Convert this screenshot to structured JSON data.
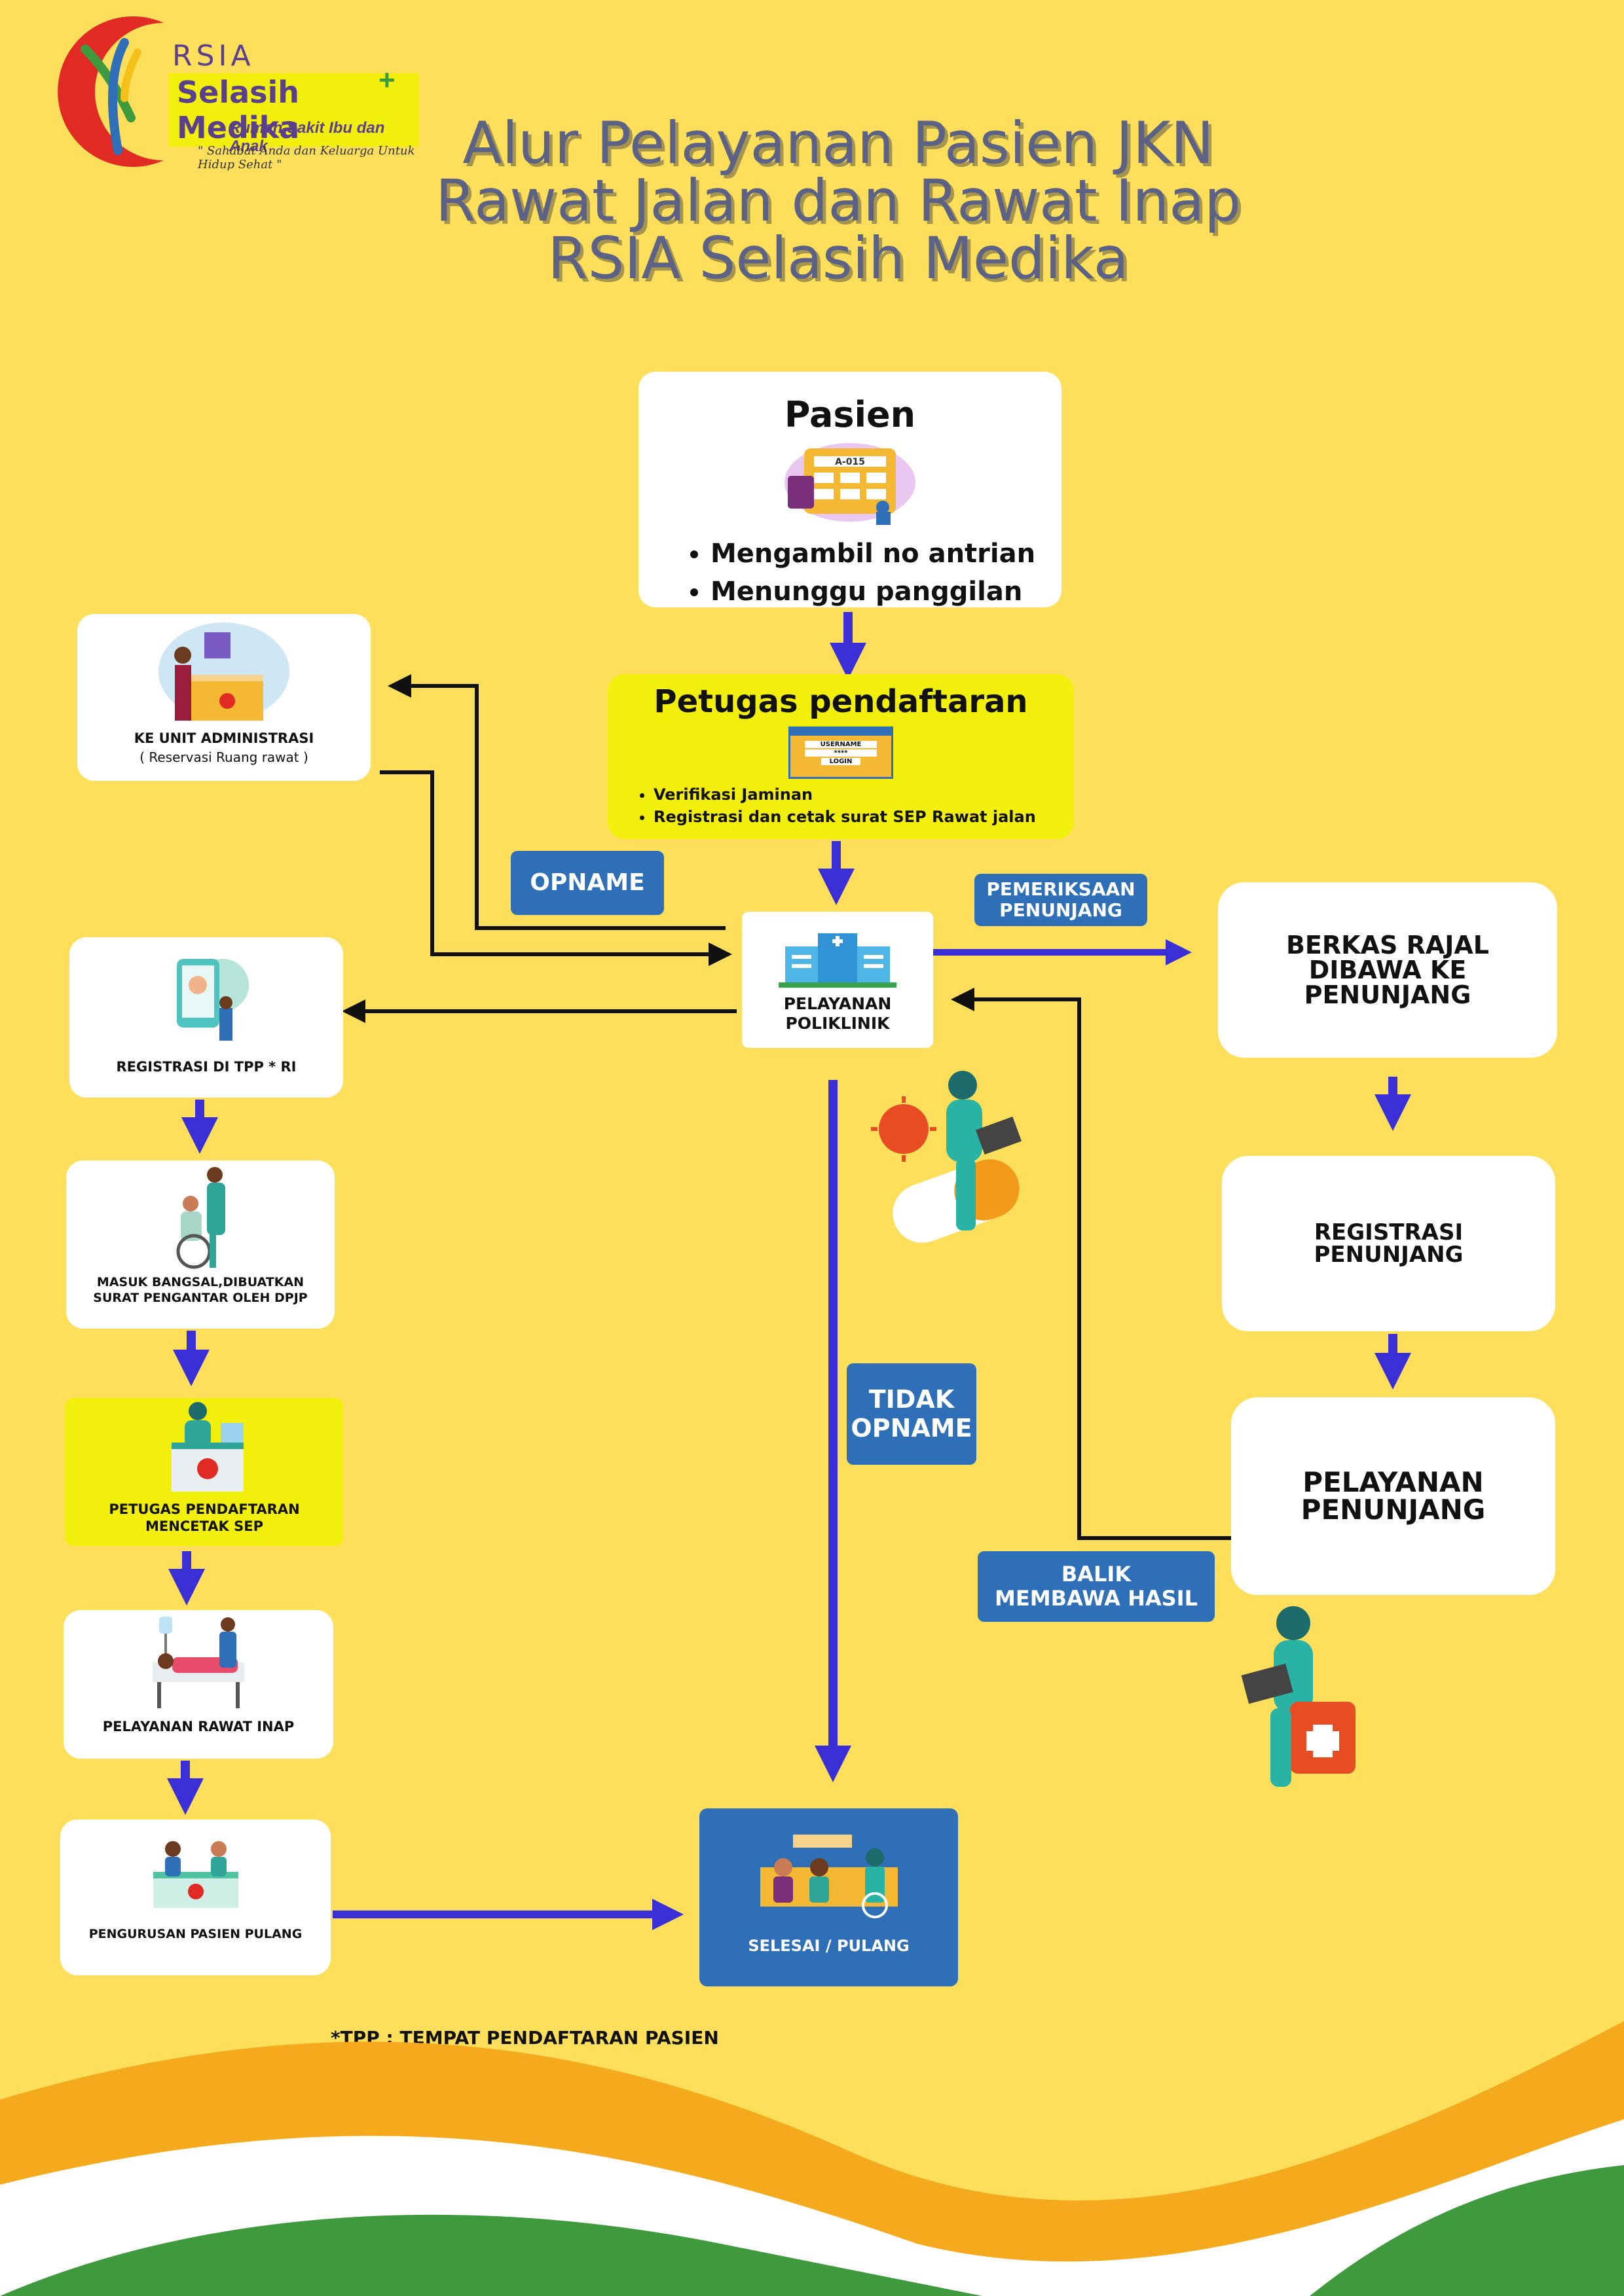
{
  "logo": {
    "short": "RSIA",
    "name": "Selasih Medika",
    "subtitle": "Rumah Sakit Ibu dan Anak",
    "motto": "\" Sahabat Anda dan Keluarga Untuk Hidup Sehat \""
  },
  "title": {
    "line1": "Alur Pelayanan Pasien JKN",
    "line2": "Rawat Jalan dan Rawat Inap",
    "line3": "RSIA Selasih Medika"
  },
  "pasien": {
    "title": "Pasien",
    "items": [
      "Mengambil no antrian",
      "Menunggu panggilan"
    ],
    "ticket": "A-015"
  },
  "pendaftaran": {
    "title": "Petugas pendaftaran",
    "items": [
      "Verifikasi Jaminan",
      "Registrasi dan cetak surat SEP Rawat jalan"
    ],
    "form_user": "USERNAME",
    "form_pass": "****",
    "form_btn": "LOGIN"
  },
  "admin": {
    "title": "KE UNIT ADMINISTRASI",
    "subtitle": "( Reservasi Ruang rawat )"
  },
  "poliklinik": {
    "line1": "PELAYANAN",
    "line2": "POLIKLINIK"
  },
  "labels": {
    "opname": "OPNAME",
    "pemeriksaan_1": "PEMERIKSAAN",
    "pemeriksaan_2": "PENUNJANG",
    "tidak_1": "TIDAK",
    "tidak_2": "OPNAME",
    "balik_1": "BALIK",
    "balik_2": "MEMBAWA HASIL"
  },
  "left_flow": [
    {
      "line1": "REGISTRASI DI TPP * RI",
      "line2": ""
    },
    {
      "line1": "MASUK BANGSAL,DIBUATKAN",
      "line2": "SURAT PENGANTAR OLEH DPJP"
    },
    {
      "line1": "PETUGAS PENDAFTARAN",
      "line2": "MENCETAK SEP"
    },
    {
      "line1": "PELAYANAN RAWAT INAP",
      "line2": ""
    },
    {
      "line1": "PENGURUSAN PASIEN PULANG",
      "line2": ""
    }
  ],
  "right_flow": [
    {
      "line1": "BERKAS RAJAL",
      "line2": "DIBAWA KE",
      "line3": "PENUNJANG"
    },
    {
      "line1": "REGISTRASI",
      "line2": "PENUNJANG",
      "line3": ""
    },
    {
      "line1": "PELAYANAN",
      "line2": "PENUNJANG",
      "line3": ""
    }
  ],
  "selesai": "SELESAI / PULANG",
  "footnote": "*TPP : TEMPAT PENDAFTARAN PASIEN",
  "colors": {
    "background": "#fedf5b",
    "blue_arrow": "#3a2fd6",
    "label_blue": "#2e6fb7",
    "highlight_yellow": "#f3ef0c",
    "logo_red": "#e02a23",
    "logo_green": "#3f9a3e",
    "wave_orange": "#f5a91c"
  }
}
